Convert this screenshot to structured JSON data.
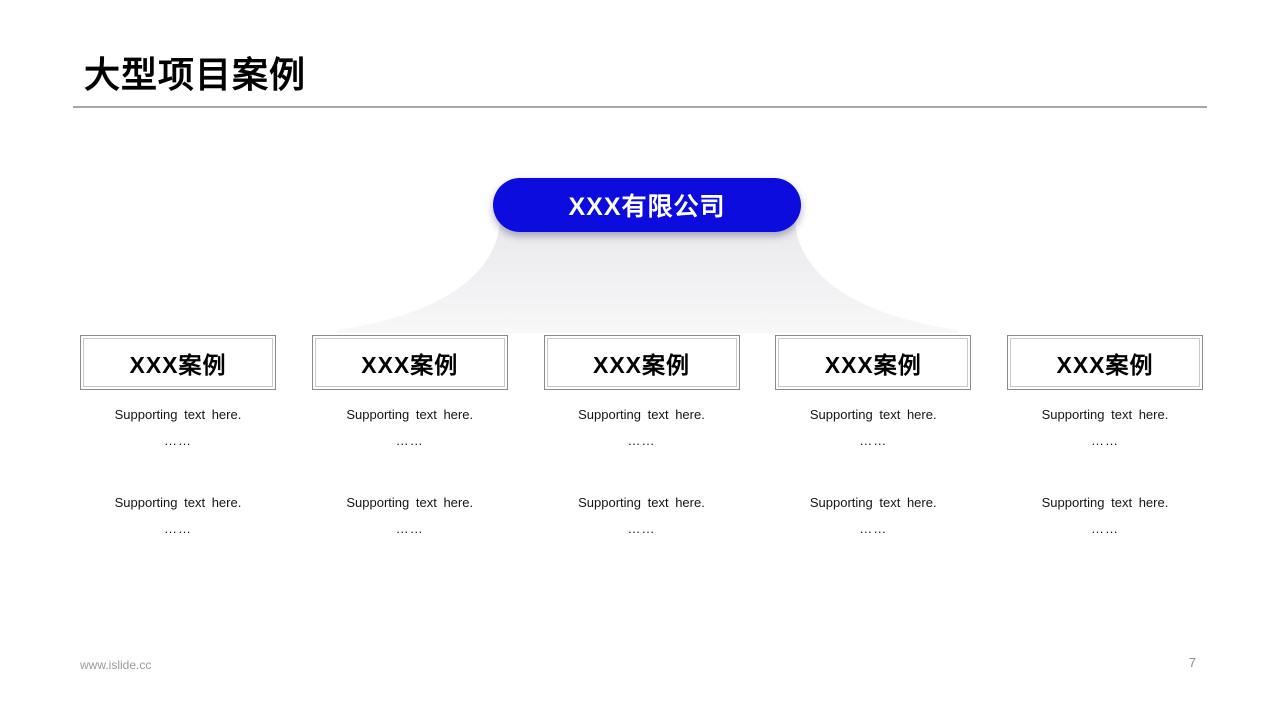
{
  "slide": {
    "title": "大型项目案例",
    "footer_url": "www.islide.cc",
    "page_number": "7"
  },
  "diagram": {
    "company_label": "XXX有限公司",
    "accent_color": "#0b0cdd",
    "cases": [
      {
        "title": "XXX案例",
        "blocks": [
          {
            "line1": "Supporting text here.",
            "line2": "……"
          },
          {
            "line1": "Supporting text here.",
            "line2": "……"
          }
        ]
      },
      {
        "title": "XXX案例",
        "blocks": [
          {
            "line1": "Supporting text here.",
            "line2": "……"
          },
          {
            "line1": "Supporting text here.",
            "line2": "……"
          }
        ]
      },
      {
        "title": "XXX案例",
        "blocks": [
          {
            "line1": "Supporting text here.",
            "line2": "……"
          },
          {
            "line1": "Supporting text here.",
            "line2": "……"
          }
        ]
      },
      {
        "title": "XXX案例",
        "blocks": [
          {
            "line1": "Supporting text here.",
            "line2": "……"
          },
          {
            "line1": "Supporting text here.",
            "line2": "……"
          }
        ]
      },
      {
        "title": "XXX案例",
        "blocks": [
          {
            "line1": "Supporting text here.",
            "line2": "……"
          },
          {
            "line1": "Supporting text here.",
            "line2": "……"
          }
        ]
      }
    ]
  }
}
